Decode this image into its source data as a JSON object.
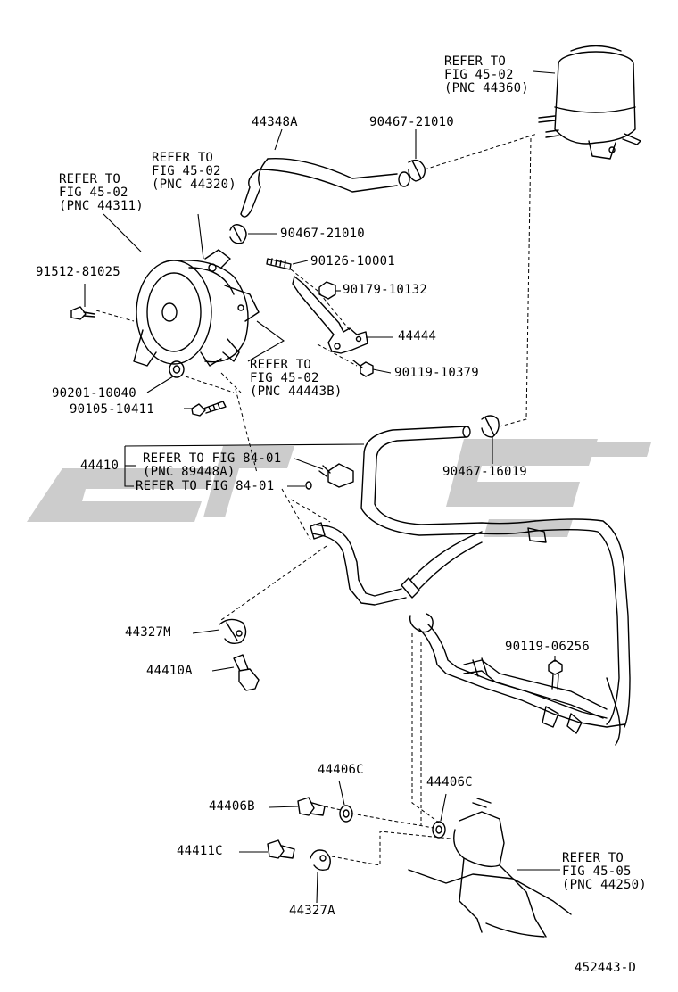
{
  "watermark": {
    "color": "#cccccc"
  },
  "callouts": {
    "ref_4502_44360": [
      "REFER TO",
      "FIG 45-02",
      "(PNC 44360)"
    ],
    "ref_4502_44320": [
      "REFER TO",
      "FIG 45-02",
      "(PNC 44320)"
    ],
    "ref_4502_44311": [
      "REFER TO",
      "FIG 45-02",
      "(PNC 44311)"
    ],
    "ref_4502_44443b": [
      "REFER TO",
      "FIG 45-02",
      "(PNC 44443B)"
    ],
    "ref_8401_89448a": [
      "REFER TO FIG 84-01",
      "(PNC 89448A)"
    ],
    "ref_8401_b": [
      "REFER TO FIG 84-01"
    ],
    "ref_4505_44250": [
      "REFER TO",
      "FIG 45-05",
      "(PNC 44250)"
    ]
  },
  "parts": {
    "p44348a": "44348A",
    "p90467_21010_top": "90467-21010",
    "p90467_21010_mid": "90467-21010",
    "p90126_10001": "90126-10001",
    "p90179_10132": "90179-10132",
    "p44444": "44444",
    "p90119_10379": "90119-10379",
    "p91512_81025": "91512-81025",
    "p90201_10040": "90201-10040",
    "p90105_10411": "90105-10411",
    "p44410": "44410",
    "p90467_16019": "90467-16019",
    "p44327m": "44327M",
    "p44410a": "44410A",
    "p90119_06256": "90119-06256",
    "p44406c_left": "44406C",
    "p44406c_right": "44406C",
    "p44406b": "44406B",
    "p44411c": "44411C",
    "p44327a": "44327A"
  },
  "diagram_id": "452443-D"
}
